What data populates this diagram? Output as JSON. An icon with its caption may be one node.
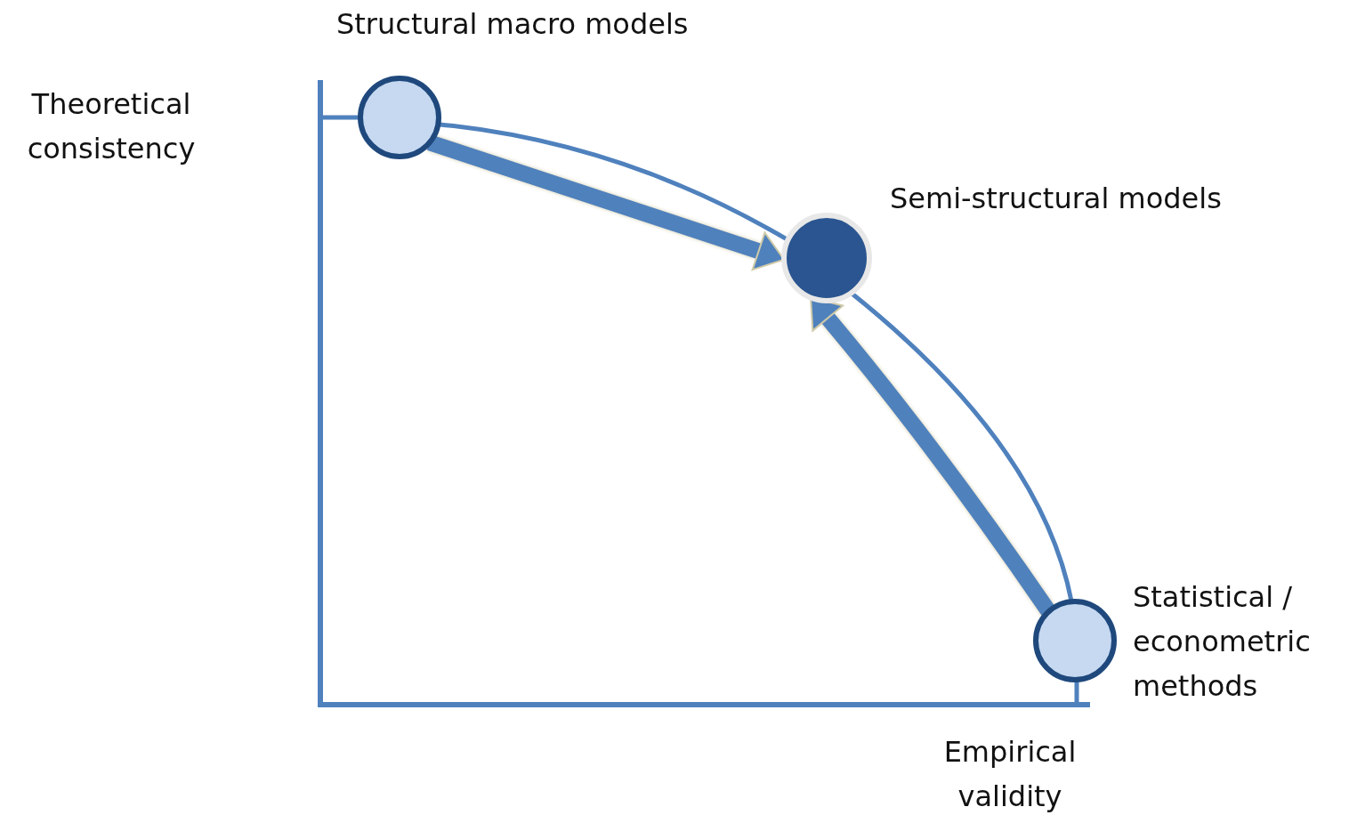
{
  "diagram": {
    "nodes": [
      {
        "text": [],
        "shape": "circle",
        "beside": [
          "Structural macro models"
        ]
      },
      {
        "text": [],
        "shape": "circle",
        "beside": [
          "Semi-structural models"
        ]
      },
      {
        "text": [],
        "shape": "circle",
        "beside": [
          "Statistical / econometric methods"
        ]
      }
    ],
    "edges": [
      {
        "from": 0,
        "to": 1,
        "arrow": "none"
      },
      {
        "from": 1,
        "to": 2,
        "arrow": "none"
      },
      {
        "from": 0,
        "to": 1,
        "arrow": "to",
        "style": "thick"
      },
      {
        "from": 2,
        "to": 1,
        "arrow": "to",
        "style": "thick"
      }
    ],
    "labels": [
      "Theoretical consistency",
      "Empirical validity"
    ]
  }
}
